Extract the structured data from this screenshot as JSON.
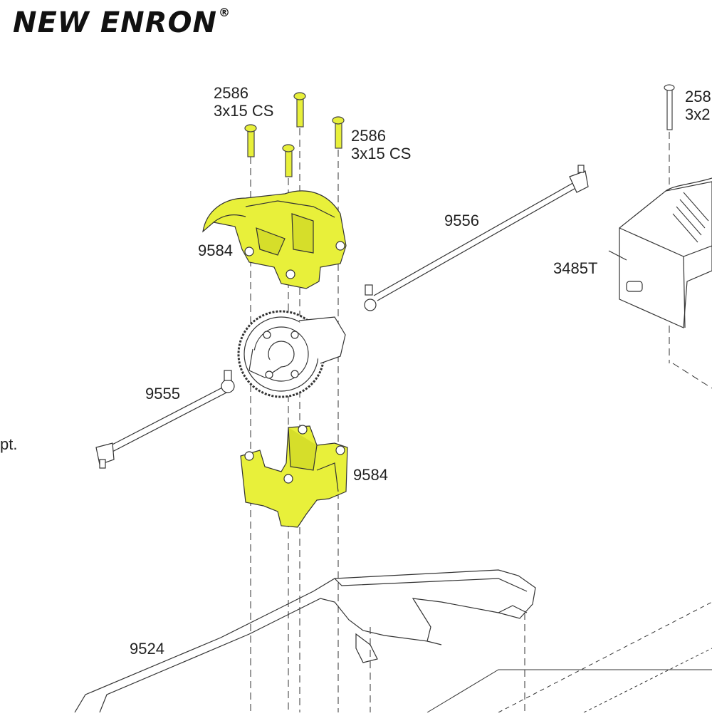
{
  "brand": {
    "name": "NEW ENRON",
    "mark": "®"
  },
  "parts": {
    "screw_left": {
      "number": "2586",
      "spec": "3x15 CS"
    },
    "screw_right": {
      "number": "2586",
      "spec": "3x15 CS"
    },
    "screw_far": {
      "number": "258",
      "spec": "3x2"
    },
    "cover_top": "9584",
    "cover_bottom": "9584",
    "driveshaft_rear": "9556",
    "driveshaft_front": "9555",
    "esc": "3485T",
    "chassis": "9524",
    "cut_note": "pt."
  },
  "colors": {
    "highlight": "#e8f03a",
    "line": "#333333",
    "paper": "#ffffff"
  }
}
